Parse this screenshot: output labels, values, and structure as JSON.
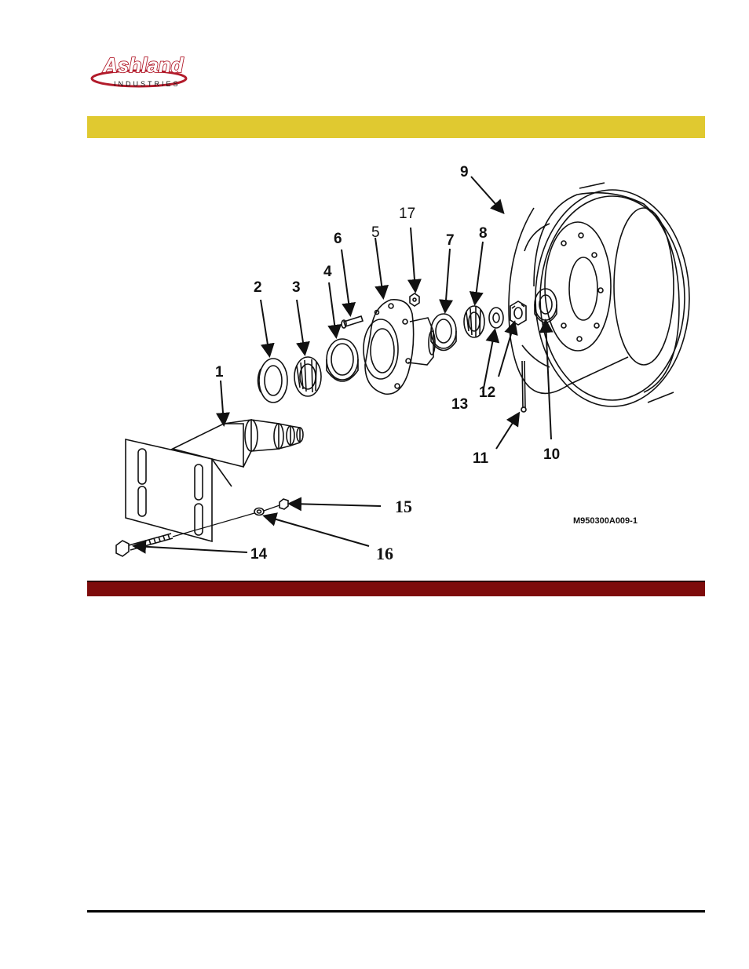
{
  "brand": {
    "name": "Ashland",
    "sub": "INDUSTRIES"
  },
  "figure": {
    "code": "M950300A009-1",
    "callouts": [
      "1",
      "2",
      "3",
      "4",
      "5",
      "6",
      "7",
      "8",
      "9",
      "10",
      "11",
      "12",
      "13",
      "14",
      "15",
      "16",
      "17"
    ]
  }
}
